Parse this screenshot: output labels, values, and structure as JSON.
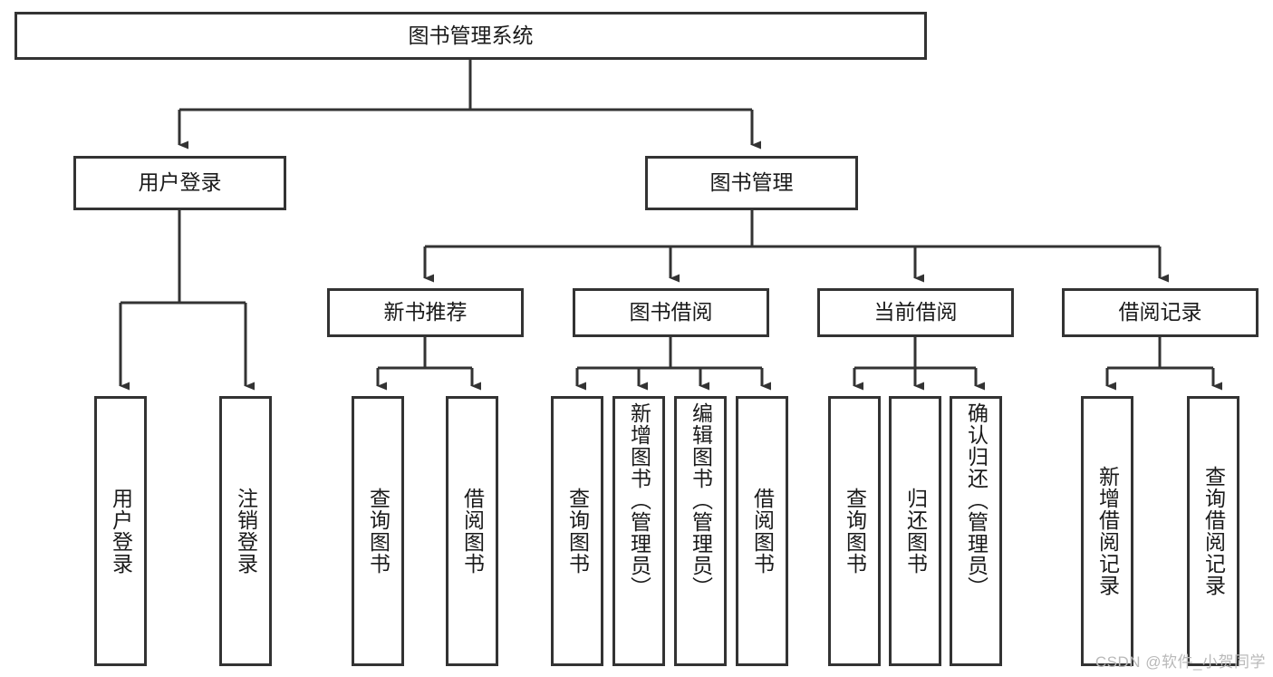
{
  "diagram": {
    "title": "图书管理系统",
    "watermark": "CSDN @软件_小贺同学",
    "accent_color": "#333333",
    "background_color": "#ffffff",
    "text_color": "#1a1a1a",
    "levels": {
      "level1": [
        {
          "id": "root",
          "label": "图书管理系统"
        }
      ],
      "level2": [
        {
          "id": "user-login",
          "label": "用户登录"
        },
        {
          "id": "book-management",
          "label": "图书管理"
        }
      ],
      "level3": [
        {
          "id": "new-book-recommend",
          "label": "新书推荐"
        },
        {
          "id": "book-borrow",
          "label": "图书借阅"
        },
        {
          "id": "current-borrow",
          "label": "当前借阅"
        },
        {
          "id": "borrow-record",
          "label": "借阅记录"
        }
      ],
      "level4": [
        {
          "id": "leaf-user-login",
          "parent": "user-login",
          "label": "用户登录"
        },
        {
          "id": "leaf-logout",
          "parent": "user-login",
          "label": "注销登录"
        },
        {
          "id": "leaf-query-book-1",
          "parent": "new-book-recommend",
          "label": "查询图书"
        },
        {
          "id": "leaf-borrow-book-1",
          "parent": "new-book-recommend",
          "label": "借阅图书"
        },
        {
          "id": "leaf-query-book-2",
          "parent": "book-borrow",
          "label": "查询图书"
        },
        {
          "id": "leaf-add-book",
          "parent": "book-borrow",
          "label": "新增图书（管理员）"
        },
        {
          "id": "leaf-edit-book",
          "parent": "book-borrow",
          "label": "编辑图书（管理员）"
        },
        {
          "id": "leaf-borrow-book-2",
          "parent": "book-borrow",
          "label": "借阅图书"
        },
        {
          "id": "leaf-query-book-3",
          "parent": "current-borrow",
          "label": "查询图书"
        },
        {
          "id": "leaf-return-book",
          "parent": "current-borrow",
          "label": "归还图书"
        },
        {
          "id": "leaf-confirm-return",
          "parent": "current-borrow",
          "label": "确认归还（管理员）"
        },
        {
          "id": "leaf-add-record",
          "parent": "borrow-record",
          "label": "新增借阅记录"
        },
        {
          "id": "leaf-query-record",
          "parent": "borrow-record",
          "label": "查询借阅记录"
        }
      ]
    }
  }
}
